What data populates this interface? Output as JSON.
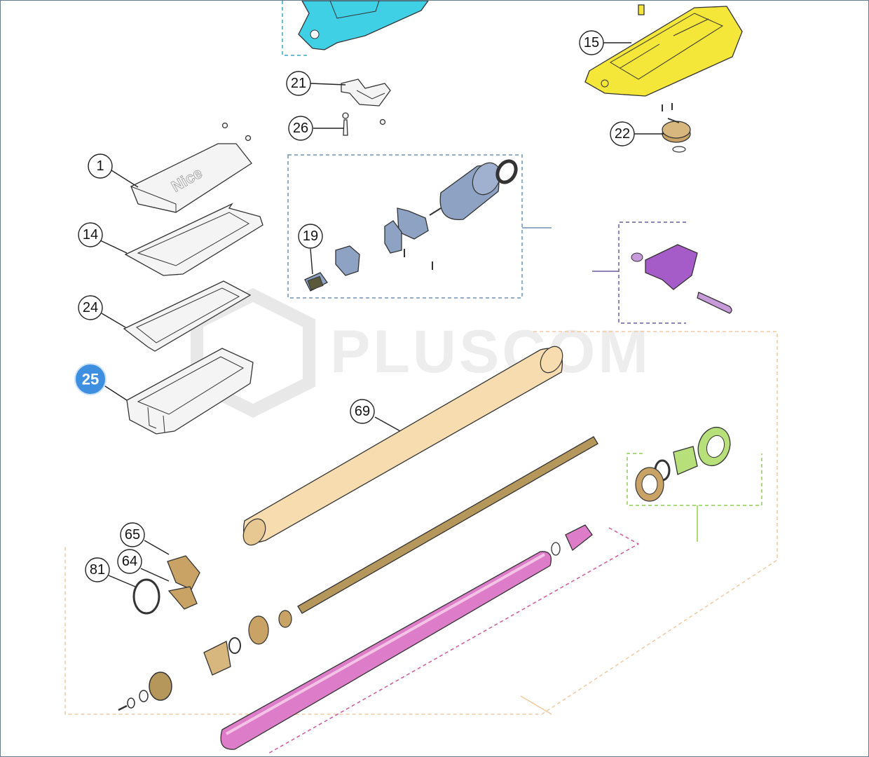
{
  "colors": {
    "cyan": "#3fd0e6",
    "yellow": "#f5e63a",
    "grey_part": "#f4f4f4",
    "motor_blue": "#8ea2c4",
    "violet": "#a55cc9",
    "tube_tan": "#f6dcae",
    "rod_magenta": "#dd7cc8",
    "gear_green": "#b7e07a",
    "bronze": "#c9a365",
    "selected_badge": "#3f8fe0",
    "frame_cyan": "#3aa7c9",
    "frame_blue": "#6f93b4",
    "frame_purple": "#6a5aa0",
    "frame_orange": "#f2c9a0",
    "frame_pink": "#cc5a9c",
    "frame_green": "#8ed24c"
  },
  "watermark": {
    "text": "PLUSCOM"
  },
  "logo_text": "Nice",
  "callouts": [
    {
      "id": "1",
      "label": "1",
      "selected": false
    },
    {
      "id": "14",
      "label": "14",
      "selected": false
    },
    {
      "id": "24",
      "label": "24",
      "selected": false
    },
    {
      "id": "25",
      "label": "25",
      "selected": true
    },
    {
      "id": "21",
      "label": "21",
      "selected": false
    },
    {
      "id": "26",
      "label": "26",
      "selected": false
    },
    {
      "id": "19",
      "label": "19",
      "selected": false
    },
    {
      "id": "15",
      "label": "15",
      "selected": false
    },
    {
      "id": "22",
      "label": "22",
      "selected": false
    },
    {
      "id": "69",
      "label": "69",
      "selected": false
    },
    {
      "id": "65",
      "label": "65",
      "selected": false
    },
    {
      "id": "64",
      "label": "64",
      "selected": false
    },
    {
      "id": "81",
      "label": "81",
      "selected": false
    }
  ]
}
